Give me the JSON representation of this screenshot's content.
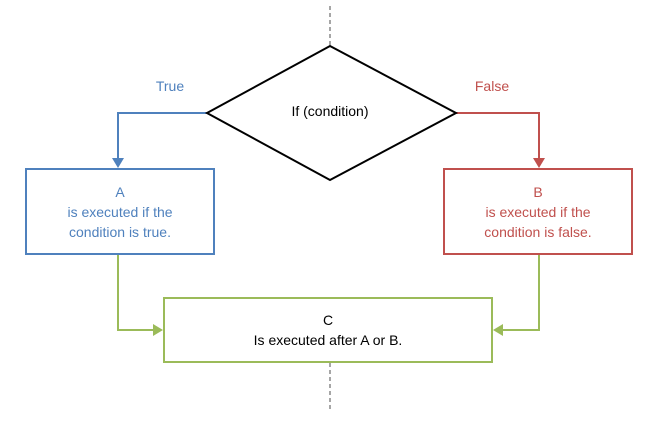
{
  "diagram": {
    "condition": {
      "label": "If (condition)"
    },
    "branch_true": {
      "label": "True"
    },
    "branch_false": {
      "label": "False"
    },
    "box_a": {
      "title": "A",
      "line1": "is executed if the",
      "line2": "condition is true."
    },
    "box_b": {
      "title": "B",
      "line1": "is executed if the",
      "line2": "condition is false."
    },
    "box_c": {
      "title": "C",
      "line1": "Is executed after A or B."
    },
    "colors": {
      "true_blue": "#4F81BD",
      "false_red": "#C0504D",
      "after_green": "#9BBB59",
      "diamond_border": "#000000",
      "dashed_gray": "#A6A6A6"
    }
  }
}
